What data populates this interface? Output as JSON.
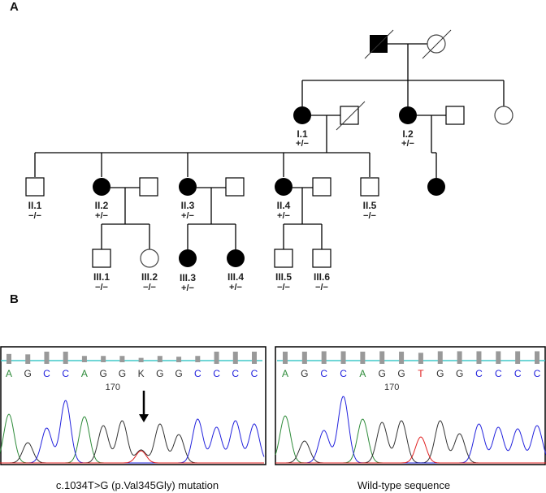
{
  "panels": {
    "a_label": "A",
    "b_label": "B"
  },
  "pedigree": {
    "individuals": [
      {
        "id": "gen0-father",
        "label": "",
        "genotype": "",
        "sex": "male",
        "affected": true,
        "deceased": true
      },
      {
        "id": "gen0-mother",
        "label": "",
        "genotype": "",
        "sex": "female",
        "affected": false,
        "deceased": true
      },
      {
        "id": "I.1",
        "label": "I.1",
        "genotype": "+/−",
        "sex": "female",
        "affected": true,
        "deceased": false
      },
      {
        "id": "I.1-spouse",
        "label": "",
        "genotype": "",
        "sex": "male",
        "affected": false,
        "deceased": true
      },
      {
        "id": "I.2",
        "label": "I.2",
        "genotype": "+/−",
        "sex": "female",
        "affected": true,
        "deceased": false
      },
      {
        "id": "I.2-spouse",
        "label": "",
        "genotype": "",
        "sex": "male",
        "affected": false,
        "deceased": false
      },
      {
        "id": "gen1-sister",
        "label": "",
        "genotype": "",
        "sex": "female",
        "affected": false,
        "deceased": false
      },
      {
        "id": "II.1",
        "label": "II.1",
        "genotype": "−/−",
        "sex": "male",
        "affected": false,
        "deceased": false
      },
      {
        "id": "II.2",
        "label": "II.2",
        "genotype": "+/−",
        "sex": "female",
        "affected": true,
        "deceased": false
      },
      {
        "id": "II.2-spouse",
        "label": "",
        "genotype": "",
        "sex": "male",
        "affected": false,
        "deceased": false
      },
      {
        "id": "II.3",
        "label": "II.3",
        "genotype": "+/−",
        "sex": "female",
        "affected": true,
        "deceased": false
      },
      {
        "id": "II.3-spouse",
        "label": "",
        "genotype": "",
        "sex": "male",
        "affected": false,
        "deceased": false
      },
      {
        "id": "II.4",
        "label": "II.4",
        "genotype": "+/−",
        "sex": "female",
        "affected": true,
        "deceased": false
      },
      {
        "id": "II.4-spouse",
        "label": "",
        "genotype": "",
        "sex": "male",
        "affected": false,
        "deceased": false
      },
      {
        "id": "II.5",
        "label": "II.5",
        "genotype": "−/−",
        "sex": "male",
        "affected": false,
        "deceased": false
      },
      {
        "id": "I.2-child",
        "label": "",
        "genotype": "",
        "sex": "female",
        "affected": true,
        "deceased": false
      },
      {
        "id": "III.1",
        "label": "III.1",
        "genotype": "−/−",
        "sex": "male",
        "affected": false,
        "deceased": false
      },
      {
        "id": "III.2",
        "label": "III.2",
        "genotype": "−/−",
        "sex": "female",
        "affected": false,
        "deceased": false
      },
      {
        "id": "III.3",
        "label": "III.3",
        "genotype": "+/−",
        "sex": "female",
        "affected": true,
        "deceased": false
      },
      {
        "id": "III.4",
        "label": "III.4",
        "genotype": "+/−",
        "sex": "female",
        "affected": true,
        "deceased": false
      },
      {
        "id": "III.5",
        "label": "III.5",
        "genotype": "−/−",
        "sex": "male",
        "affected": false,
        "deceased": false
      },
      {
        "id": "III.6",
        "label": "III.6",
        "genotype": "−/−",
        "sex": "male",
        "affected": false,
        "deceased": false
      }
    ]
  },
  "chromatograms": {
    "base_colors": {
      "A": "#2e8b3a",
      "G": "#333333",
      "C": "#2222dd",
      "T": "#e02020",
      "K": "#333333"
    },
    "baseline_color": "#40c8c8",
    "mutant": {
      "bases": [
        "A",
        "G",
        "C",
        "C",
        "A",
        "G",
        "G",
        "K",
        "G",
        "G",
        "C",
        "C",
        "C",
        "C"
      ],
      "quality": [
        0.6,
        0.55,
        0.9,
        0.9,
        0.35,
        0.35,
        0.35,
        0.1,
        0.35,
        0.25,
        0.35,
        0.9,
        0.9,
        0.9
      ],
      "position_label": "170",
      "caption": "c.1034T>G (p.Val345Gly) mutation",
      "arrow_at_base_index": 7
    },
    "wildtype": {
      "bases": [
        "A",
        "G",
        "C",
        "C",
        "A",
        "G",
        "G",
        "T",
        "G",
        "G",
        "C",
        "C",
        "C",
        "C"
      ],
      "quality": [
        0.9,
        0.9,
        0.95,
        0.95,
        0.9,
        0.95,
        0.9,
        0.75,
        0.95,
        0.95,
        0.95,
        0.95,
        0.95,
        0.95
      ],
      "position_label": "170",
      "caption": "Wild-type sequence"
    }
  }
}
